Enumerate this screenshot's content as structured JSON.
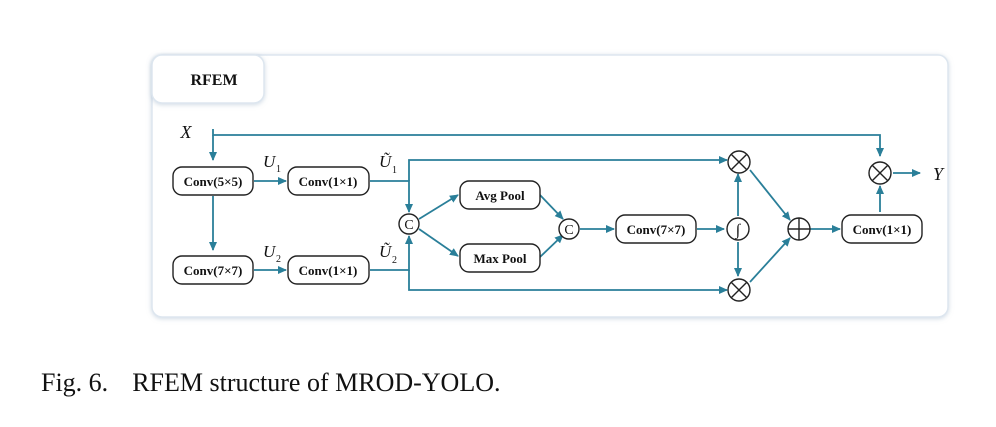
{
  "panel_title": "RFEM",
  "input_label": "X",
  "output_label": "Y",
  "blocks": {
    "conv5": "Conv(5×5)",
    "conv7": "Conv(7×7)",
    "conv1_top": "Conv(1×1)",
    "conv1_bottom": "Conv(1×1)",
    "avg_pool": "Avg Pool",
    "max_pool": "Max Pool",
    "conv7_mid": "Conv(7×7)",
    "conv1_out": "Conv(1×1)"
  },
  "signals": {
    "u1": "U",
    "u1_sub": "1",
    "u2": "U",
    "u2_sub": "2",
    "ut1": "Ũ",
    "ut1_sub": "1",
    "ut2": "Ũ",
    "ut2_sub": "2"
  },
  "operators": {
    "concat": "C",
    "sigmoid": "∫"
  },
  "caption": {
    "number": "Fig. 6.",
    "text": "RFEM structure of MROD-YOLO."
  },
  "colors": {
    "line": "#2a7f99",
    "panel_border": "#dde6ef"
  }
}
